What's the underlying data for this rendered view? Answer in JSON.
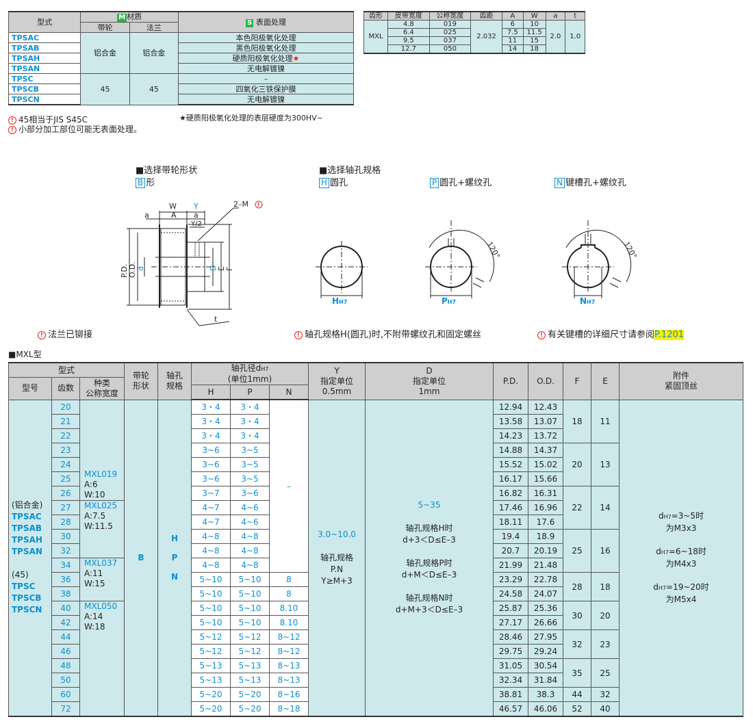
{
  "materials": {
    "headers": {
      "model": "型式",
      "material": "材质",
      "material_tag": "M",
      "belt": "带轮",
      "flange": "法兰",
      "surface": "表面处理",
      "surface_tag": "S"
    },
    "rows": [
      {
        "code": "TPSAC",
        "surface": "本色阳极氧化处理"
      },
      {
        "code": "TPSAB",
        "surface": "黑色阳极氧化处理"
      },
      {
        "code": "TPSAH",
        "surface": "硬质阳极氧化处理",
        "star": "★"
      },
      {
        "code": "TPSAN",
        "surface": "无电解镀镍"
      },
      {
        "code": "TPSC",
        "surface": "–"
      },
      {
        "code": "TPSCB",
        "surface": "四氧化三铁保护膜"
      },
      {
        "code": "TPSCN",
        "surface": "无电解镀镍"
      }
    ],
    "alu_belt": "铝合金",
    "alu_flange": "铝合金",
    "steel_belt": "45",
    "steel_flange": "45",
    "note1": "45相当于JIS  S45C",
    "note2": "小部分加工部位可能无表面处理。",
    "note_star": "★硬质阳极氧化处理的表层硬度为300HV~"
  },
  "tooth": {
    "headers": [
      "齿形",
      "皮带宽度",
      "公称宽度",
      "齿距",
      "A",
      "W",
      "a",
      "t"
    ],
    "profile": "MXL",
    "pitch": "2.032",
    "a": "2.0",
    "t": "1.0",
    "rows": [
      {
        "belt": "4.8",
        "nominal": "019",
        "A": "6",
        "W": "10"
      },
      {
        "belt": "6.4",
        "nominal": "025",
        "A": "7.5",
        "W": "11.5"
      },
      {
        "belt": "9.5",
        "nominal": "037",
        "A": "11",
        "W": "15"
      },
      {
        "belt": "12.7",
        "nominal": "050",
        "A": "14",
        "W": "18"
      }
    ]
  },
  "shape": {
    "title": "■选择带轮形状",
    "box": "B",
    "label": "形",
    "labels": {
      "W": "W",
      "Y": "Y",
      "a": "a",
      "A": "A",
      "a2": "a",
      "M": "2–M",
      "Y2": "Y/2",
      "PD": "P.D.",
      "OD": "O.D.",
      "d": "d",
      "dsub": "H7",
      "D": "D",
      "E": "E",
      "F": "F",
      "t": "t"
    },
    "note": "法兰已铆接"
  },
  "bore": {
    "title": "■选择轴孔规格",
    "options": [
      {
        "box": "H",
        "label": "圆孔",
        "dim": "H",
        "sub": "H7"
      },
      {
        "box": "P",
        "label": "圆孔+螺纹孔",
        "dim": "P",
        "sub": "H7",
        "angle": "120°"
      },
      {
        "box": "N",
        "label": "键槽孔+螺纹孔",
        "dim": "N",
        "sub": "H7",
        "angle": "120°"
      }
    ],
    "note_h": "轴孔规格H(圆孔)时,不附带螺纹孔和固定螺丝",
    "note_n_pre": "有关键槽的详细尺寸请参阅",
    "note_n_link": "P.1201"
  },
  "main": {
    "section": "■MXL型",
    "headers": {
      "model_group": "型式",
      "model": "型号",
      "teeth": "齿数",
      "kind": "种类",
      "kind2": "公称宽度",
      "shape": "带轮",
      "shape2": "形状",
      "bore": "轴孔",
      "bore2": "规格",
      "bore_d": "轴孔径d",
      "bore_d_sub": "H7",
      "bore_unit": "(单位1mm)",
      "H": "H",
      "P": "P",
      "N": "N",
      "Y": "Y",
      "Y2": "指定单位",
      "Y3": "0.5mm",
      "D": "D",
      "D2": "指定单位",
      "D3": "1mm",
      "PD": "P.D.",
      "OD": "O.D.",
      "F": "F",
      "E": "E",
      "acc": "附件",
      "acc2": "紧固顶丝"
    },
    "model_text": {
      "alu": "(铝合金)",
      "alu_codes": [
        "TPSAC",
        "TPSAB",
        "TPSAH",
        "TPSAN"
      ],
      "steel": "(45)",
      "steel_codes": [
        "TPSC",
        "TPSCB",
        "TPSCN"
      ]
    },
    "kinds": [
      {
        "code": "MXL019",
        "A": "A:6",
        "W": "W:10"
      },
      {
        "code": "MXL025",
        "A": "A:7.5",
        "W": "W:11.5"
      },
      {
        "code": "MXL037",
        "A": "A:11",
        "W": "W:15"
      },
      {
        "code": "MXL050",
        "A": "A:14",
        "W": "W:18"
      }
    ],
    "shape_val": "B",
    "bore_vals": [
      "H",
      "P",
      "N"
    ],
    "n_dash": "–",
    "y_range": "3.0~10.0",
    "y_note1": "轴孔规格",
    "y_note2": "P.N",
    "y_note3": "Y≥M+3",
    "d_range": "5~35",
    "d_notes": [
      "轴孔规格H时",
      "d+3＜D≤E–3",
      "轴孔规格P时",
      "d+M＜D≤E–3",
      "轴孔规格N时",
      "d+M+3＜D≤E–3"
    ],
    "acc_notes": [
      {
        "a": "d",
        "sub": "H7",
        "b": "=3~5时",
        "c": "为M3x3"
      },
      {
        "a": "d",
        "sub": "H7",
        "b": "=6~18时",
        "c": "为M4x3"
      },
      {
        "a": "d",
        "sub": "H7",
        "b": "=19~20时",
        "c": "为M5x4"
      }
    ],
    "rows": [
      {
        "z": "20",
        "H": "3・4",
        "P": "3・4",
        "N": "",
        "PD": "12.94",
        "OD": "12.43"
      },
      {
        "z": "21",
        "H": "3・4",
        "P": "3・4",
        "N": "",
        "PD": "13.58",
        "OD": "13.07"
      },
      {
        "z": "22",
        "H": "3・4",
        "P": "3・4",
        "N": "",
        "PD": "14.23",
        "OD": "13.72"
      },
      {
        "z": "23",
        "H": "3~6",
        "P": "3~5",
        "N": "",
        "PD": "14.88",
        "OD": "14.37"
      },
      {
        "z": "24",
        "H": "3~6",
        "P": "3~5",
        "N": "",
        "PD": "15.52",
        "OD": "15.02"
      },
      {
        "z": "25",
        "H": "3~6",
        "P": "3~5",
        "N": "",
        "PD": "16.17",
        "OD": "15.66"
      },
      {
        "z": "26",
        "H": "3~7",
        "P": "3~6",
        "N": "",
        "PD": "16.82",
        "OD": "16.31"
      },
      {
        "z": "27",
        "H": "4~7",
        "P": "4~6",
        "N": "",
        "PD": "17.46",
        "OD": "16.96"
      },
      {
        "z": "28",
        "H": "4~7",
        "P": "4~6",
        "N": "",
        "PD": "18.11",
        "OD": "17.6"
      },
      {
        "z": "30",
        "H": "4~8",
        "P": "4~8",
        "N": "",
        "PD": "19.4",
        "OD": "18.9"
      },
      {
        "z": "32",
        "H": "4~8",
        "P": "4~8",
        "N": "",
        "PD": "20.7",
        "OD": "20.19"
      },
      {
        "z": "34",
        "H": "4~8",
        "P": "4~8",
        "N": "",
        "PD": "21.99",
        "OD": "21.48"
      },
      {
        "z": "36",
        "H": "5~10",
        "P": "5~10",
        "N": "8",
        "PD": "23.29",
        "OD": "22.78"
      },
      {
        "z": "38",
        "H": "5~10",
        "P": "5~10",
        "N": "8",
        "PD": "24.58",
        "OD": "24.07"
      },
      {
        "z": "40",
        "H": "5~10",
        "P": "5~10",
        "N": "8.10",
        "PD": "25.87",
        "OD": "25.36"
      },
      {
        "z": "42",
        "H": "5~10",
        "P": "5~10",
        "N": "8.10",
        "PD": "27.17",
        "OD": "26.66"
      },
      {
        "z": "44",
        "H": "5~12",
        "P": "5~12",
        "N": "8~12",
        "PD": "28.46",
        "OD": "27.95"
      },
      {
        "z": "46",
        "H": "5~12",
        "P": "5~12",
        "N": "8~12",
        "PD": "29.75",
        "OD": "29.24"
      },
      {
        "z": "48",
        "H": "5~13",
        "P": "5~13",
        "N": "8~13",
        "PD": "31.05",
        "OD": "30.54"
      },
      {
        "z": "50",
        "H": "5~13",
        "P": "5~13",
        "N": "8~13",
        "PD": "32.34",
        "OD": "31.84"
      },
      {
        "z": "60",
        "H": "5~20",
        "P": "5~20",
        "N": "8~16",
        "PD": "38.81",
        "OD": "38.3"
      },
      {
        "z": "72",
        "H": "5~20",
        "P": "5~20",
        "N": "8~18",
        "PD": "46.57",
        "OD": "46.06"
      }
    ],
    "fe_groups": [
      {
        "F": "18",
        "E": "11",
        "span": 3
      },
      {
        "F": "20",
        "E": "13",
        "span": 3
      },
      {
        "F": "22",
        "E": "14",
        "span": 3
      },
      {
        "F": "25",
        "E": "16",
        "span": 3
      },
      {
        "F": "28",
        "E": "18",
        "span": 2
      },
      {
        "F": "30",
        "E": "20",
        "span": 2
      },
      {
        "F": "32",
        "E": "23",
        "span": 2
      },
      {
        "F": "35",
        "E": "25",
        "span": 2
      },
      {
        "F": "44",
        "E": "32",
        "span": 1
      },
      {
        "F": "52",
        "E": "40",
        "span": 1
      }
    ]
  }
}
